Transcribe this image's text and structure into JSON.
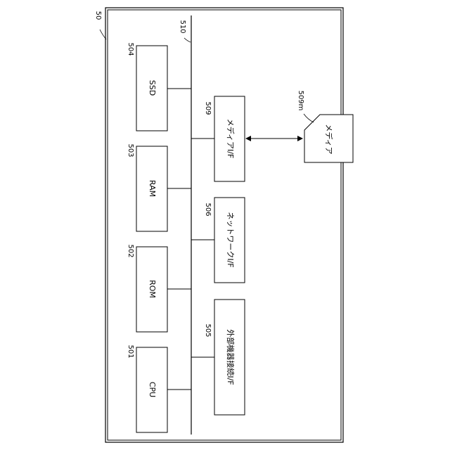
{
  "figure": {
    "system_ref": "50",
    "bus_ref": "510",
    "components": [
      {
        "ref": "504",
        "label": "SSD"
      },
      {
        "ref": "503",
        "label": "RAM"
      },
      {
        "ref": "502",
        "label": "ROM"
      },
      {
        "ref": "501",
        "label": "CPU"
      }
    ],
    "interfaces": [
      {
        "ref": "509",
        "label": "メディアI/F"
      },
      {
        "ref": "506",
        "label": "ネットワークI/F"
      },
      {
        "ref": "505",
        "label": "外部機器接続I/F"
      }
    ],
    "media": {
      "ref": "509m",
      "label": "メディア"
    }
  }
}
